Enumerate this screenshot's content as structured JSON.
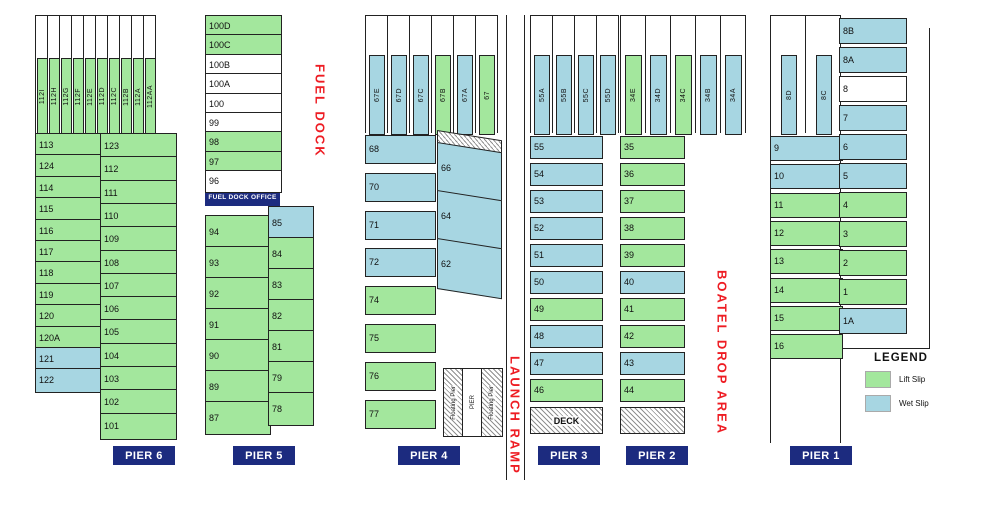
{
  "legend": {
    "title": "LEGEND",
    "items": [
      {
        "label": "Lift Slip",
        "type": "lift"
      },
      {
        "label": "Wet Slip",
        "type": "wet"
      }
    ]
  },
  "colors": {
    "lift": "#a3e79d",
    "wet": "#a7d6e2",
    "pier_label_bg": "#1c2b7f",
    "pier_label_text": "#ffffff",
    "accent_red": "#ee1c23",
    "line": "#222222"
  },
  "annotations": {
    "fuel_dock": "FUEL DOCK",
    "launch_ramp": "LAUNCH RAMP",
    "boatel_drop_area": "BOATEL DROP AREA"
  },
  "structures": {
    "fuel_dock_office": "FUEL DOCK OFFICE",
    "deck": "DECK",
    "floating_pier": "Floating Pier",
    "pier_word": "PIER"
  },
  "piers": {
    "pier6": {
      "label": "PIER 6",
      "comb": [
        {
          "label": "112I",
          "type": "lift"
        },
        {
          "label": "112H",
          "type": "lift"
        },
        {
          "label": "112G",
          "type": "lift"
        },
        {
          "label": "112F",
          "type": "lift"
        },
        {
          "label": "112E",
          "type": "lift"
        },
        {
          "label": "112D",
          "type": "lift"
        },
        {
          "label": "112C",
          "type": "lift"
        },
        {
          "label": "112B",
          "type": "lift"
        },
        {
          "label": "112A",
          "type": "lift"
        },
        {
          "label": "112AA",
          "type": "lift"
        }
      ],
      "left": [
        {
          "label": "113",
          "type": "lift"
        },
        {
          "label": "124",
          "type": "lift"
        },
        {
          "label": "114",
          "type": "lift"
        },
        {
          "label": "115",
          "type": "lift"
        },
        {
          "label": "116",
          "type": "lift"
        },
        {
          "label": "117",
          "type": "lift"
        },
        {
          "label": "118",
          "type": "lift"
        },
        {
          "label": "119",
          "type": "lift"
        },
        {
          "label": "120",
          "type": "lift"
        },
        {
          "label": "120A",
          "type": "lift"
        },
        {
          "label": "121",
          "type": "wet"
        },
        {
          "label": "122",
          "type": "wet"
        }
      ],
      "right": [
        {
          "label": "123",
          "type": "lift"
        },
        {
          "label": "112",
          "type": "lift"
        },
        {
          "label": "111",
          "type": "lift"
        },
        {
          "label": "110",
          "type": "lift"
        },
        {
          "label": "109",
          "type": "lift"
        },
        {
          "label": "108",
          "type": "lift"
        },
        {
          "label": "107",
          "type": "lift"
        },
        {
          "label": "106",
          "type": "lift"
        },
        {
          "label": "105",
          "type": "lift"
        },
        {
          "label": "104",
          "type": "lift"
        },
        {
          "label": "103",
          "type": "lift"
        },
        {
          "label": "102",
          "type": "lift"
        },
        {
          "label": "101",
          "type": "lift"
        }
      ]
    },
    "pier5": {
      "label": "PIER 5",
      "stack": [
        {
          "label": "100D",
          "type": "lift"
        },
        {
          "label": "100C",
          "type": "lift"
        },
        {
          "label": "100B",
          "type": "none"
        },
        {
          "label": "100A",
          "type": "none"
        },
        {
          "label": "100",
          "type": "none"
        },
        {
          "label": "99",
          "type": "none"
        },
        {
          "label": "98",
          "type": "lift"
        },
        {
          "label": "97",
          "type": "lift"
        },
        {
          "label": "96",
          "type": "none"
        }
      ],
      "left": [
        {
          "label": "94",
          "type": "lift"
        },
        {
          "label": "93",
          "type": "lift"
        },
        {
          "label": "92",
          "type": "lift"
        },
        {
          "label": "91",
          "type": "lift"
        },
        {
          "label": "90",
          "type": "lift"
        },
        {
          "label": "89",
          "type": "lift"
        },
        {
          "label": "87",
          "type": "lift"
        }
      ],
      "right": [
        {
          "label": "85",
          "type": "wet"
        },
        {
          "label": "84",
          "type": "lift"
        },
        {
          "label": "83",
          "type": "lift"
        },
        {
          "label": "82",
          "type": "lift"
        },
        {
          "label": "81",
          "type": "lift"
        },
        {
          "label": "79",
          "type": "lift"
        },
        {
          "label": "78",
          "type": "lift"
        }
      ]
    },
    "pier4": {
      "label": "PIER 4",
      "comb": [
        {
          "label": "67E",
          "type": "wet"
        },
        {
          "label": "67D",
          "type": "wet"
        },
        {
          "label": "67C",
          "type": "wet"
        },
        {
          "label": "67B",
          "type": "lift"
        },
        {
          "label": "67A",
          "type": "wet"
        },
        {
          "label": "67",
          "type": "lift"
        }
      ],
      "left": [
        {
          "label": "68",
          "type": "wet"
        },
        {
          "label": "70",
          "type": "wet"
        },
        {
          "label": "71",
          "type": "wet"
        },
        {
          "label": "72",
          "type": "wet"
        },
        {
          "label": "74",
          "type": "lift"
        },
        {
          "label": "75",
          "type": "lift"
        },
        {
          "label": "76",
          "type": "lift"
        },
        {
          "label": "77",
          "type": "lift"
        }
      ],
      "diag": [
        {
          "label": "66",
          "type": "wet"
        },
        {
          "label": "64",
          "type": "wet"
        },
        {
          "label": "62",
          "type": "wet"
        }
      ]
    },
    "pier3": {
      "label": "PIER 3",
      "comb": [
        {
          "label": "55A",
          "type": "wet"
        },
        {
          "label": "55B",
          "type": "wet"
        },
        {
          "label": "55C",
          "type": "wet"
        },
        {
          "label": "55D",
          "type": "wet"
        }
      ],
      "col": [
        {
          "label": "55",
          "type": "wet"
        },
        {
          "label": "54",
          "type": "wet"
        },
        {
          "label": "53",
          "type": "wet"
        },
        {
          "label": "52",
          "type": "wet"
        },
        {
          "label": "51",
          "type": "wet"
        },
        {
          "label": "50",
          "type": "wet"
        },
        {
          "label": "49",
          "type": "lift"
        },
        {
          "label": "48",
          "type": "wet"
        },
        {
          "label": "47",
          "type": "wet"
        },
        {
          "label": "46",
          "type": "lift"
        }
      ]
    },
    "pier2": {
      "label": "PIER 2",
      "comb": [
        {
          "label": "34E",
          "type": "lift"
        },
        {
          "label": "34D",
          "type": "wet"
        },
        {
          "label": "34C",
          "type": "lift"
        },
        {
          "label": "34B",
          "type": "wet"
        },
        {
          "label": "34A",
          "type": "wet"
        }
      ],
      "col": [
        {
          "label": "35",
          "type": "lift"
        },
        {
          "label": "36",
          "type": "lift"
        },
        {
          "label": "37",
          "type": "lift"
        },
        {
          "label": "38",
          "type": "lift"
        },
        {
          "label": "39",
          "type": "lift"
        },
        {
          "label": "40",
          "type": "wet"
        },
        {
          "label": "41",
          "type": "lift"
        },
        {
          "label": "42",
          "type": "lift"
        },
        {
          "label": "43",
          "type": "wet"
        },
        {
          "label": "44",
          "type": "lift"
        }
      ]
    },
    "pier1": {
      "label": "PIER 1",
      "comb": [
        {
          "label": "8D",
          "type": "wet"
        },
        {
          "label": "8C",
          "type": "wet"
        }
      ],
      "left": [
        {
          "label": "9",
          "type": "wet"
        },
        {
          "label": "10",
          "type": "wet"
        },
        {
          "label": "11",
          "type": "lift"
        },
        {
          "label": "12",
          "type": "lift"
        },
        {
          "label": "13",
          "type": "lift"
        },
        {
          "label": "14",
          "type": "lift"
        },
        {
          "label": "15",
          "type": "lift"
        },
        {
          "label": "16",
          "type": "lift"
        }
      ],
      "right": [
        {
          "label": "8B",
          "type": "wet"
        },
        {
          "label": "8A",
          "type": "wet"
        },
        {
          "label": "8",
          "type": "none"
        },
        {
          "label": "7",
          "type": "wet"
        },
        {
          "label": "6",
          "type": "wet"
        },
        {
          "label": "5",
          "type": "wet"
        },
        {
          "label": "4",
          "type": "lift"
        },
        {
          "label": "3",
          "type": "lift"
        },
        {
          "label": "2",
          "type": "lift"
        },
        {
          "label": "1",
          "type": "lift"
        },
        {
          "label": "1A",
          "type": "wet"
        }
      ]
    }
  }
}
